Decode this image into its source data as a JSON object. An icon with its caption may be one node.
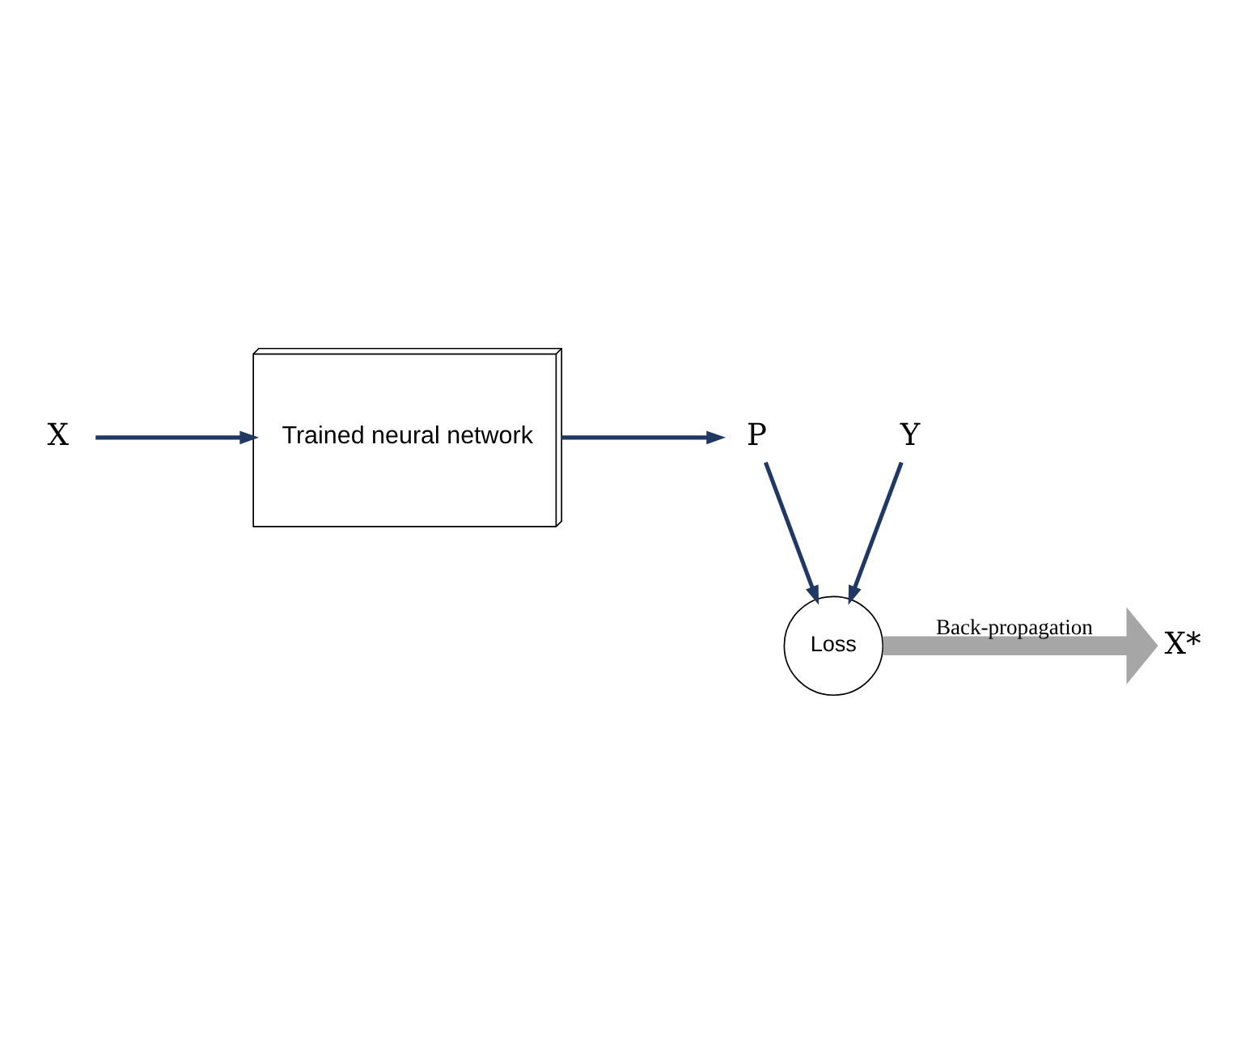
{
  "diagram": {
    "nodes": [
      {
        "text": [
          "X"
        ]
      },
      {
        "text": [
          "Trained neural network"
        ]
      },
      {
        "text": [
          "P"
        ]
      },
      {
        "text": [
          "Loss"
        ]
      },
      {
        "text": [
          "Y"
        ]
      },
      {
        "text": [
          "X*"
        ]
      }
    ],
    "edges": [
      {
        "from": 0,
        "to": 1,
        "arrow": "to"
      },
      {
        "from": 1,
        "to": 2,
        "arrow": "to"
      },
      {
        "from": 2,
        "to": 3,
        "arrow": "to"
      },
      {
        "from": 4,
        "to": 3,
        "arrow": "to"
      },
      {
        "from": 3,
        "to": 5,
        "arrow": "to",
        "label": "Back-propagation",
        "style": "thick",
        "color": "#a6a6a6"
      }
    ]
  }
}
